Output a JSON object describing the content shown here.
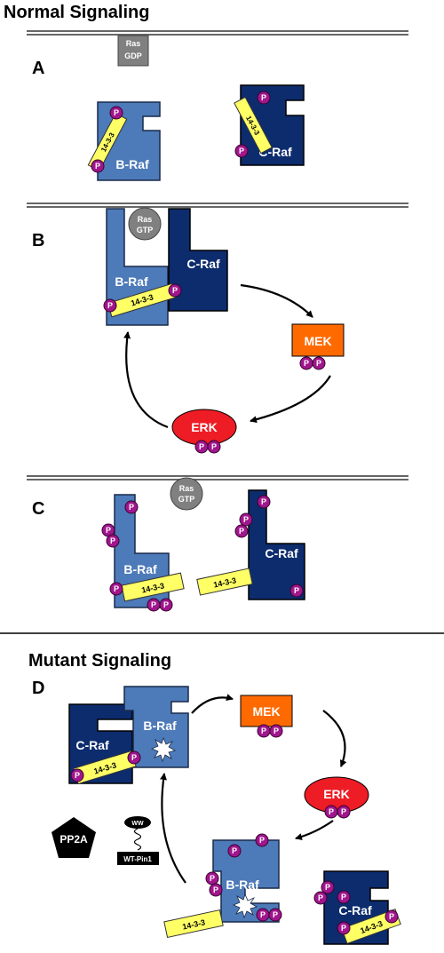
{
  "sections": {
    "normal_title": "Normal Signaling",
    "mutant_title": "Mutant Signaling",
    "panel_a": "A",
    "panel_b": "B",
    "panel_c": "C",
    "panel_d": "D"
  },
  "labels": {
    "ras": "Ras",
    "gdp": "GDP",
    "gtp": "GTP",
    "braf": "B-Raf",
    "craf": "C-Raf",
    "mek": "MEK",
    "erk": "ERK",
    "p": "P",
    "protein_1433": "14-3-3",
    "pp2a": "PP2A",
    "ww": "WW",
    "pin1": "WT-Pin1"
  },
  "colors": {
    "braf": "#4d7ab8",
    "craf": "#0d2c6e",
    "mek": "#ff6a00",
    "erk": "#ee1c25",
    "phospho": "#a0168c",
    "protein_1433": "#ffff66",
    "ras": "#808080",
    "pp2a": "#000000"
  }
}
